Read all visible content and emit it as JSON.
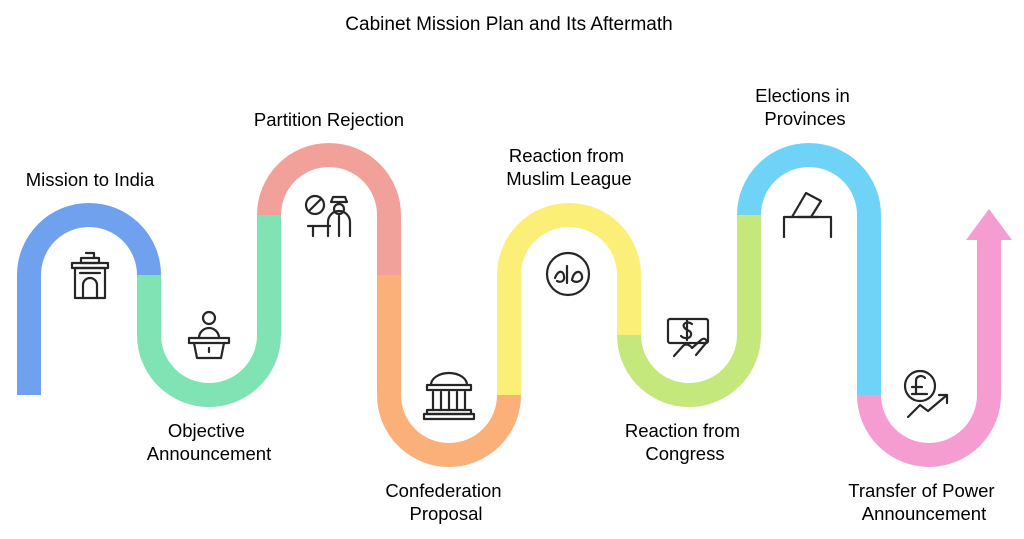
{
  "title": "Cabinet Mission Plan and Its Aftermath",
  "steps": [
    {
      "label_lines": [
        "Mission to India"
      ],
      "icon": "india-gate-icon",
      "color": "#6fa1ef"
    },
    {
      "label_lines": [
        "Objective",
        "Announcement"
      ],
      "icon": "speaker-podium-icon",
      "color": "#7fe3b3"
    },
    {
      "label_lines": [
        "Partition Rejection"
      ],
      "icon": "police-prohibition-icon",
      "color": "#f2a09a"
    },
    {
      "label_lines": [
        "Confederation",
        "Proposal"
      ],
      "icon": "government-building-icon",
      "color": "#fbb079"
    },
    {
      "label_lines": [
        "Reaction from",
        "Muslim League"
      ],
      "icon": "halal-icon",
      "color": "#fcef78"
    },
    {
      "label_lines": [
        "Reaction from",
        "Congress"
      ],
      "icon": "money-hand-icon",
      "color": "#c4e87b"
    },
    {
      "label_lines": [
        "Elections in",
        "Provinces"
      ],
      "icon": "ballot-box-icon",
      "color": "#6fd3f7"
    },
    {
      "label_lines": [
        "Transfer of Power",
        "Announcement"
      ],
      "icon": "pound-growth-icon",
      "color": "#f59dd1"
    }
  ]
}
